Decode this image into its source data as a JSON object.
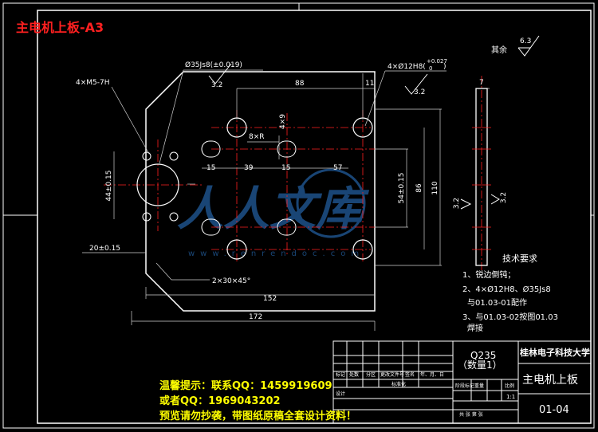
{
  "sheet_title": "主电机上板-A3",
  "roughness": {
    "other": "其余",
    "other_value": "6.3",
    "hole": "3.2",
    "side": "3.2"
  },
  "callouts": {
    "thread_holes": "4×M5-7H",
    "bore": "Ø35Js8(±0.019)",
    "pin_holes": "4×Ø12H8(",
    "pin_holes_tol": "+0.027",
    "pin_holes_tol_low": "0",
    "pin_holes_close": ")",
    "counterbore": "8×R",
    "slot_width": "4×9",
    "chamfer": "2×30×45°"
  },
  "dims": {
    "d88": "88",
    "d11": "11",
    "d7": "7",
    "d15a": "15",
    "d39": "39",
    "d15b": "15",
    "d57": "57",
    "d44": "44±0.15",
    "d54": "54±0.15",
    "d86": "86",
    "d110": "110",
    "d20": "20±0.15",
    "d152": "152",
    "d172": "172"
  },
  "tech_req": {
    "title": "技术要求",
    "line1": "1、锐边倒钝；",
    "line2": "2、4×Ø12H8、Ø35Js8",
    "line3": "与01.03-01配作",
    "line4": "3、与01.03-02按图01.03",
    "line5": "焊接"
  },
  "title_block": {
    "material": "Q235",
    "quantity": "（数量1）",
    "school": "桂林电子科技大学",
    "part_name": "主电机上板",
    "drawing_no": "01-04",
    "scale": "1:1",
    "row_headers": [
      "标记",
      "处数",
      "分区",
      "更改文件号",
      "签名",
      "年、月、日"
    ],
    "label_design": "设计",
    "label_std": "标准化",
    "stage_label": "阶段标记",
    "weight_label": "重量",
    "ratio_label": "比例",
    "sheet_label": "共    张    第    张"
  },
  "watermark": {
    "main": "人人文库",
    "url": "www.renrendoc.com"
  },
  "notice": {
    "line1": "温馨提示：联系QQ：1459919609",
    "line2": "或者QQ：1969043202",
    "line3": "预览请勿抄袭，带图纸原稿全套设计资料！"
  },
  "colors": {
    "line": "#ffffff",
    "center": "#ff2020",
    "dim": "#e0e0e0",
    "accent": "#ff2020",
    "notice": "#ffff00",
    "watermark": "#2f7fd6"
  }
}
